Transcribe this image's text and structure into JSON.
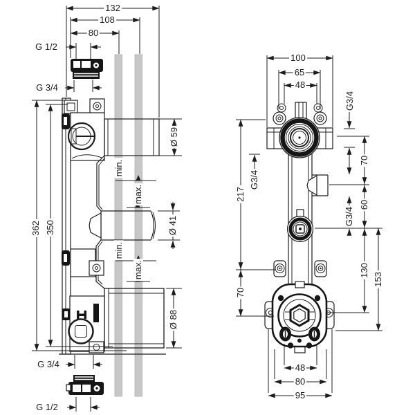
{
  "drawing_type": "technical dimension drawing, concealed shower installation unit, front and side views",
  "colors": {
    "line": "#1c1c1c",
    "pipe_fill": "#c7c7c7",
    "pipe_edge": "#aeaeae",
    "background": "#ffffff"
  },
  "left_view": {
    "labels": {
      "width_overall": "132",
      "width_mid": "108",
      "width_inner": "80",
      "thread_top": "G 1/2",
      "thread_upper": "G 3/4",
      "dia_top": "Ø 59",
      "depth_min": "min.",
      "depth_max": "max.",
      "height_overall": "362",
      "height_inner": "350",
      "dia_mid": "Ø 41",
      "dia_bottom": "Ø 88",
      "thread_lower": "G 3/4",
      "thread_bottom": "G 1/2"
    }
  },
  "right_view": {
    "labels": {
      "width_top": "100",
      "width_mid": "65",
      "width_screws": "48",
      "thread_top": "G3/4",
      "spacing_top": "70",
      "thread_side": "G3/4",
      "height_rail": "217",
      "spacing_mid": "60",
      "thread_outlet": "G3/4",
      "spacing_lower": "130",
      "spacing_edge": "153",
      "spacing_left": "70",
      "width_slots": "48",
      "width_body": "80",
      "width_base": "95"
    }
  }
}
